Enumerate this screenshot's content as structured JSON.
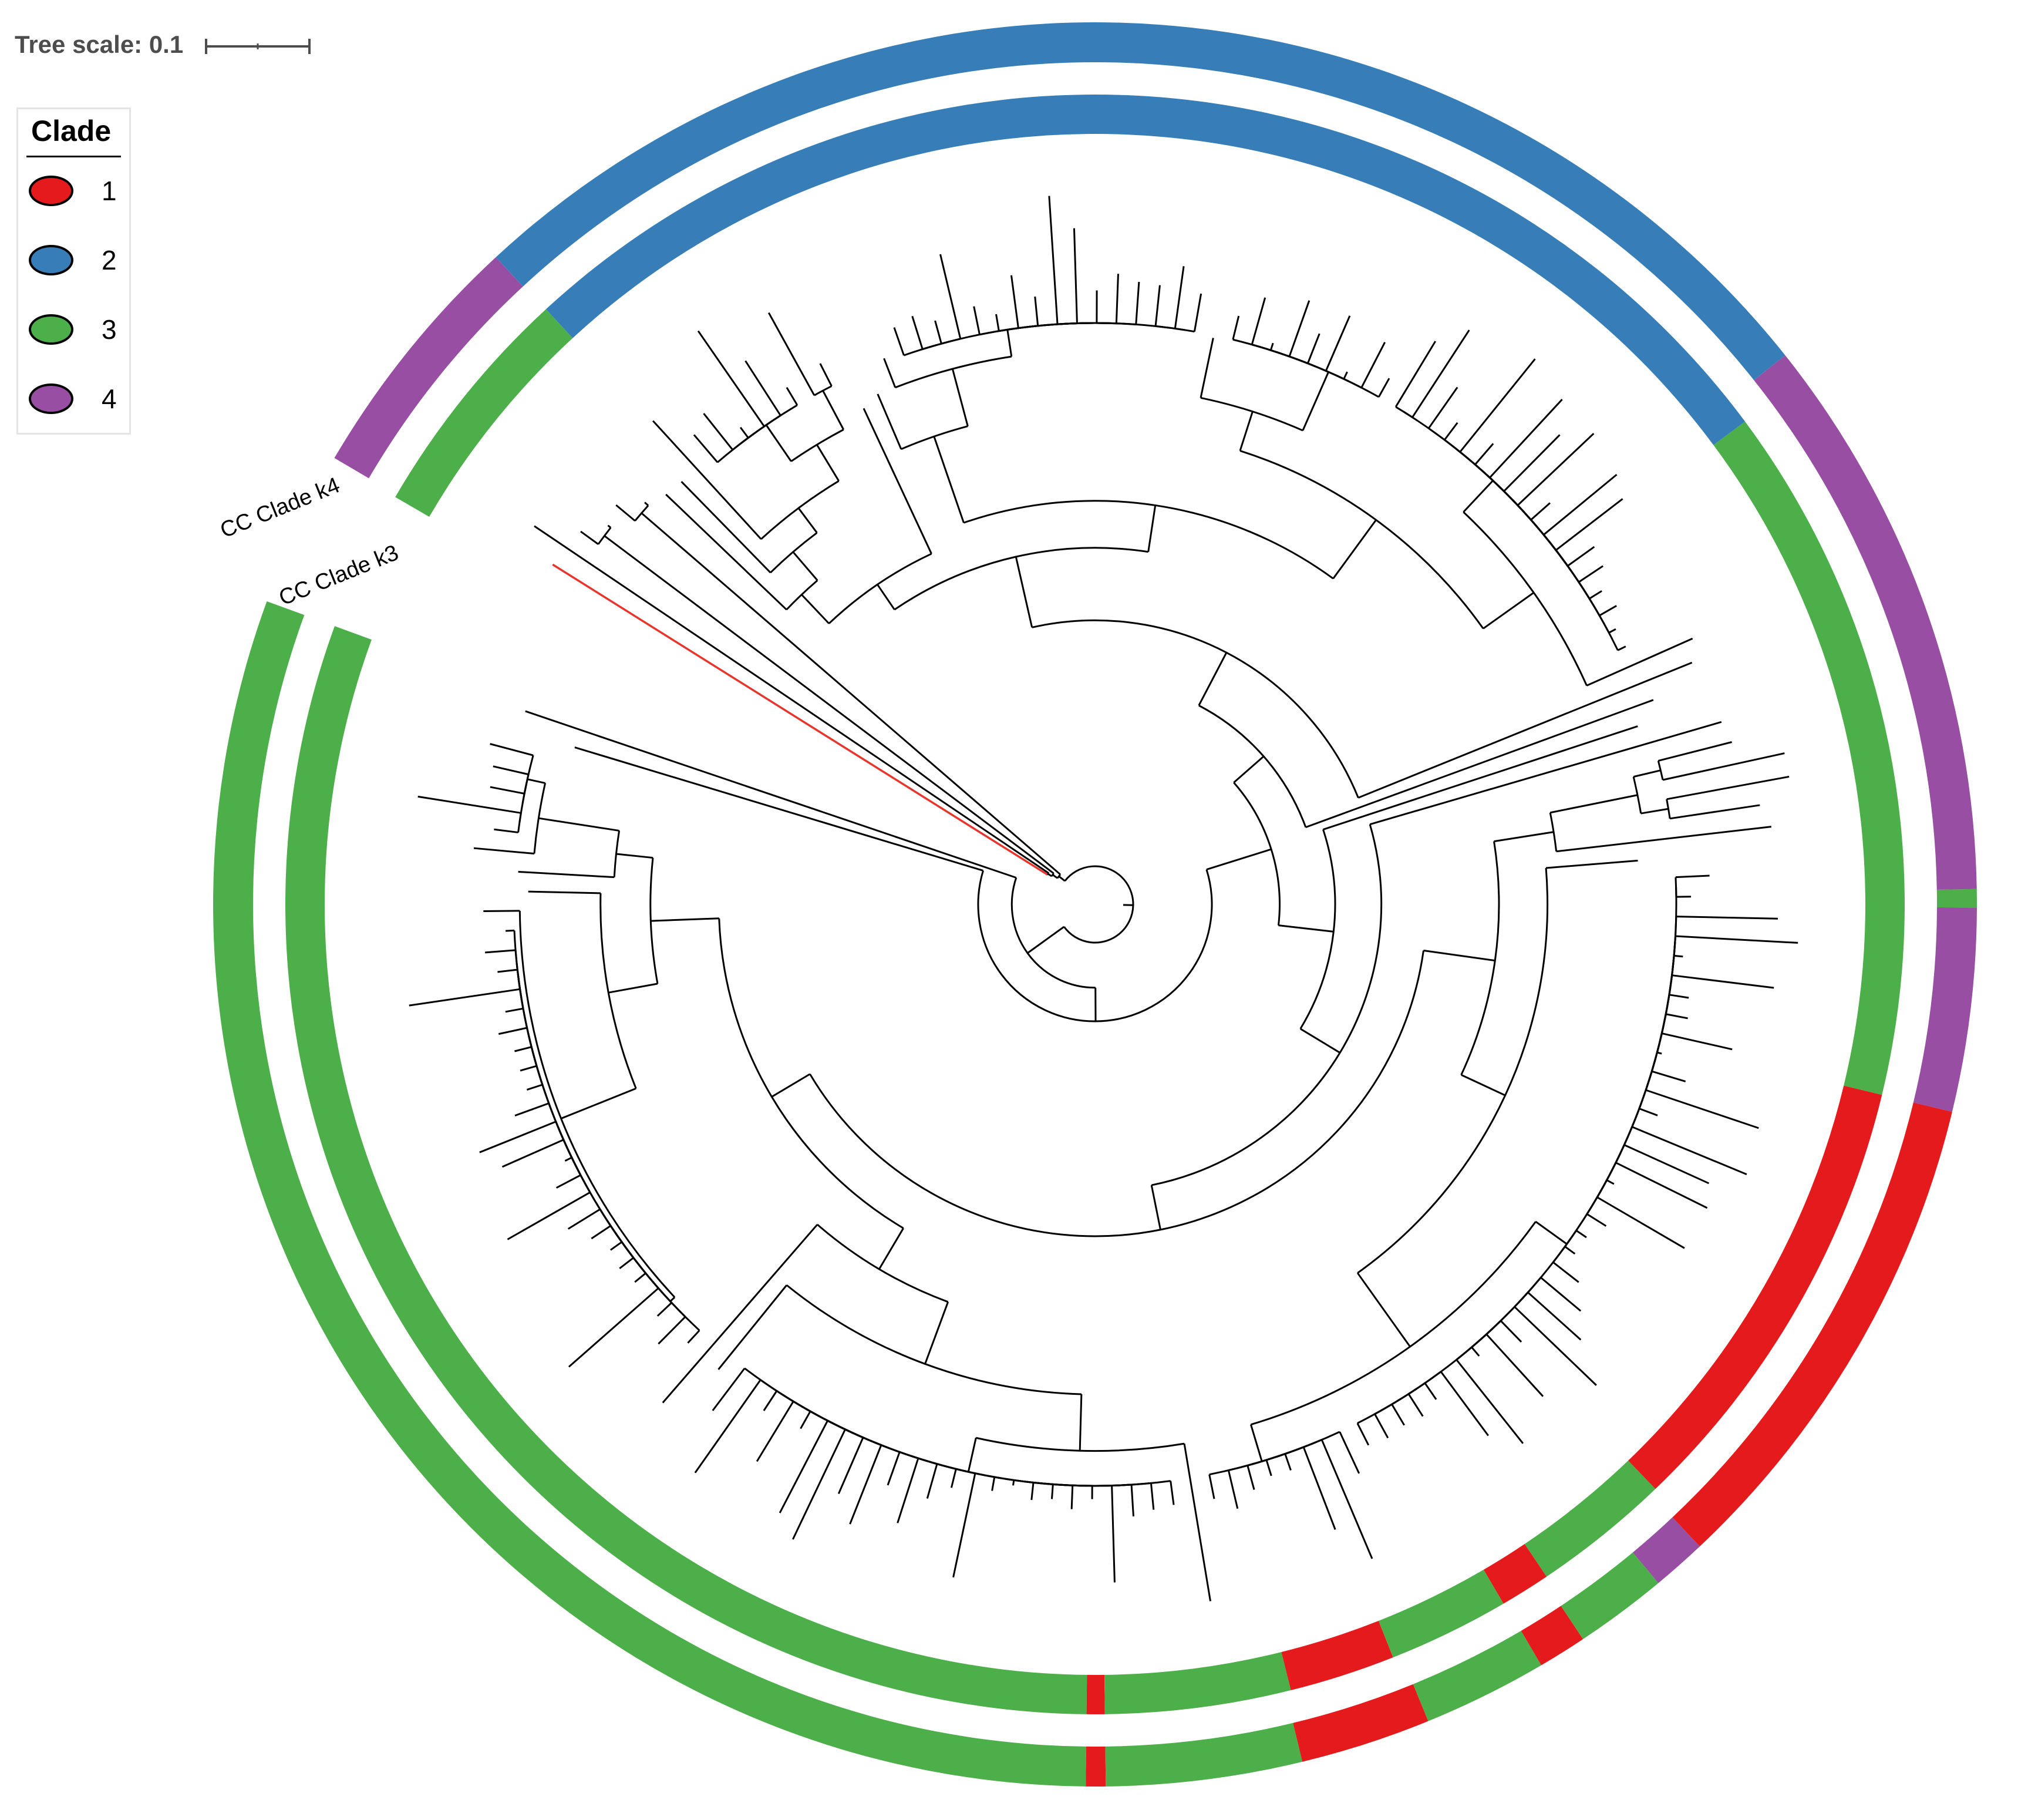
{
  "scale": {
    "label": "Tree scale: 0.1",
    "value": "0.1"
  },
  "legend": {
    "title": "Clade",
    "items": [
      {
        "label": "1",
        "clade": 1,
        "color": "#e41a1c"
      },
      {
        "label": "2",
        "clade": 2,
        "color": "#377eb8"
      },
      {
        "label": "3",
        "clade": 3,
        "color": "#4daf4a"
      },
      {
        "label": "4",
        "clade": 4,
        "color": "#984ea3"
      }
    ]
  },
  "datasets": [
    {
      "id": "k4",
      "label": "CC Clade k4",
      "ring": "outer",
      "segments": [
        {
          "clade": 3,
          "from_deg": 159.9,
          "to_deg": 269.4
        },
        {
          "clade": 1,
          "from_deg": 269.4,
          "to_deg": 270.7
        },
        {
          "clade": 3,
          "from_deg": 270.7,
          "to_deg": 283.6
        },
        {
          "clade": 1,
          "from_deg": 283.6,
          "to_deg": 292.2
        },
        {
          "clade": 3,
          "from_deg": 292.2,
          "to_deg": 300.4
        },
        {
          "clade": 1,
          "from_deg": 300.4,
          "to_deg": 303.6
        },
        {
          "clade": 3,
          "from_deg": 303.6,
          "to_deg": 309.7
        },
        {
          "clade": 4,
          "from_deg": 309.7,
          "to_deg": 313.3
        },
        {
          "clade": 1,
          "from_deg": 313.3,
          "to_deg": 346.4
        },
        {
          "clade": 4,
          "from_deg": 346.4,
          "to_deg": 359.8
        },
        {
          "clade": 3,
          "from_deg": 359.8,
          "to_deg": 361.0
        },
        {
          "clade": 4,
          "from_deg": 361.0,
          "to_deg": 398.5
        },
        {
          "clade": 2,
          "from_deg": 398.5,
          "to_deg": 492.8
        },
        {
          "clade": 4,
          "from_deg": 492.8,
          "to_deg": 509.6
        }
      ]
    },
    {
      "id": "k3",
      "label": "CC Clade k3",
      "ring": "inner",
      "segments": [
        {
          "clade": 3,
          "from_deg": 159.9,
          "to_deg": 269.4
        },
        {
          "clade": 1,
          "from_deg": 269.4,
          "to_deg": 270.7
        },
        {
          "clade": 3,
          "from_deg": 270.7,
          "to_deg": 284.0
        },
        {
          "clade": 1,
          "from_deg": 284.0,
          "to_deg": 291.6
        },
        {
          "clade": 3,
          "from_deg": 291.6,
          "to_deg": 300.3
        },
        {
          "clade": 1,
          "from_deg": 300.3,
          "to_deg": 303.9
        },
        {
          "clade": 3,
          "from_deg": 303.9,
          "to_deg": 313.8
        },
        {
          "clade": 1,
          "from_deg": 313.8,
          "to_deg": 346.4
        },
        {
          "clade": 3,
          "from_deg": 346.4,
          "to_deg": 396.6
        },
        {
          "clade": 2,
          "from_deg": 396.6,
          "to_deg": 492.7
        },
        {
          "clade": 3,
          "from_deg": 492.7,
          "to_deg": 509.8
        }
      ]
    }
  ],
  "tree": {
    "branch_color": "#000000",
    "highlighted_branch_color": "#e8352b",
    "gap_from_deg": 149.6,
    "gap_to_deg": 159.9
  }
}
